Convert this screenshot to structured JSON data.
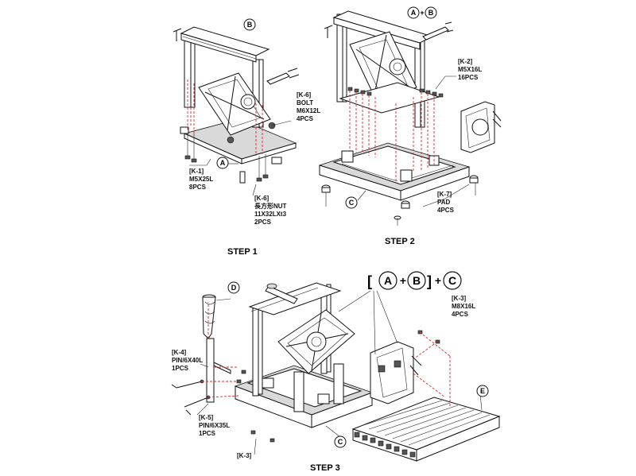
{
  "steps": {
    "step1": "STEP 1",
    "step2": "STEP 2",
    "step3": "STEP 3"
  },
  "callouts": {
    "a": "A",
    "b": "B",
    "c": "C",
    "d": "D",
    "e": "E",
    "plus": "+",
    "bracket_open": "[",
    "bracket_close": "]"
  },
  "parts": {
    "k6_bolt": {
      "code": "[K-6]",
      "name": "BOLT",
      "size": "M6X12L",
      "qty": "4PCS"
    },
    "k1": {
      "code": "[K-1]",
      "size": "M5X25L",
      "qty": "8PCS"
    },
    "k6_nut": {
      "code": "[K-6]",
      "name": "長方形NUT",
      "size": "11X32LXt3",
      "qty": "2PCS"
    },
    "k2": {
      "code": "[K-2]",
      "size": "M5X16L",
      "qty": "16PCS"
    },
    "k7": {
      "code": "[K-7]",
      "name": "PAD",
      "qty": "4PCS"
    },
    "k3": {
      "code": "[K-3]",
      "size": "M8X16L",
      "qty": "4PCS"
    },
    "k4": {
      "code": "[K-4]",
      "size": "PIN/6X40L",
      "qty": "1PCS"
    },
    "k5": {
      "code": "[K-5]",
      "size": "PIN/6X35L",
      "qty": "1PCS"
    },
    "k3_ref": {
      "code": "[K-3]"
    }
  }
}
